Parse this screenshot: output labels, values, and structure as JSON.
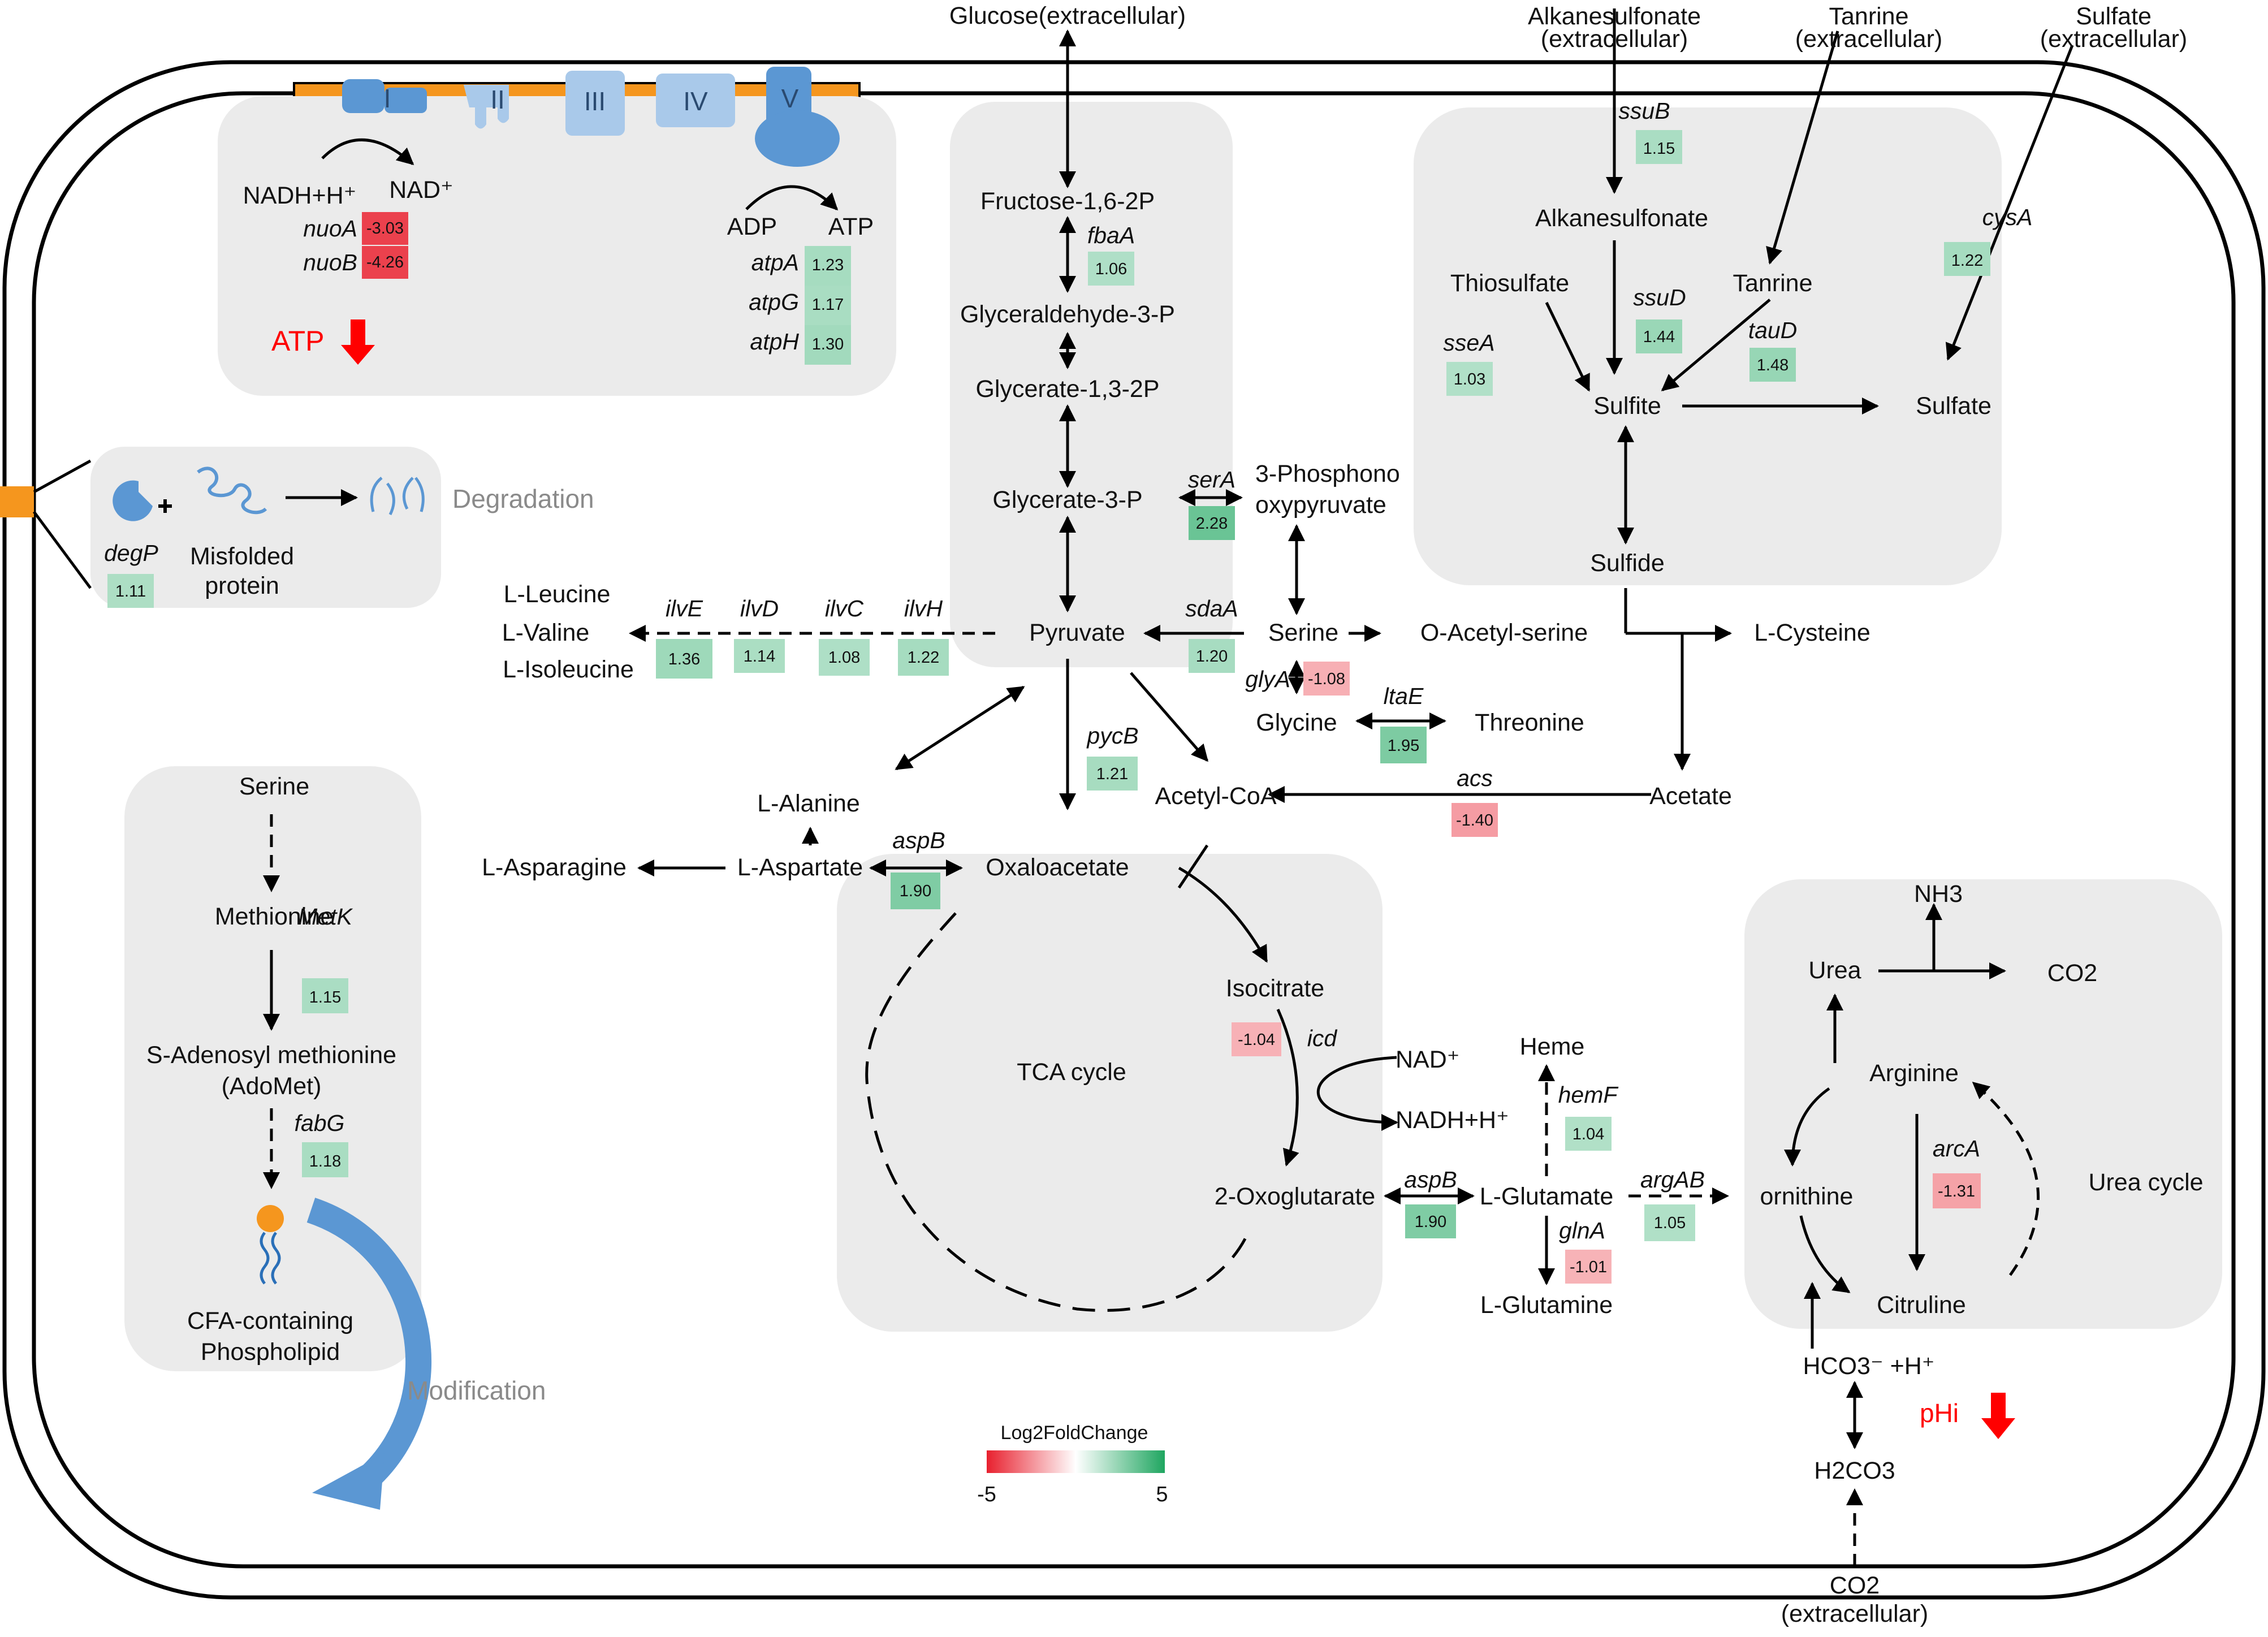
{
  "labels": {
    "glucose_ext": "Glucose(extracellular)",
    "alkanesulfonate_ext_1": "Alkanesulfonate",
    "alkanesulfonate_ext_2": "(extracellular)",
    "tanrine_ext_1": "Tanrine",
    "tanrine_ext_2": "(extracellular)",
    "sulfate_ext_1": "Sulfate",
    "sulfate_ext_2": "(extracellular)",
    "nadh": "NADH+H⁺",
    "nad": "NAD⁺",
    "adp": "ADP",
    "atp": "ATP",
    "atp_red": "ATP",
    "degradation": "Degradation",
    "misfolded_1": "Misfolded",
    "misfolded_2": "protein",
    "fructose": "Fructose-1,6-2P",
    "g3p": "Glyceraldehyde-3-P",
    "g13p": "Glycerate-1,3-2P",
    "glycerate3p": "Glycerate-3-P",
    "phosphono_1": "3-Phosphono",
    "phosphono_2": "oxypyruvate",
    "pyruvate": "Pyruvate",
    "serine": "Serine",
    "oacetylserine": "O-Acetyl-serine",
    "lcysteine": "L-Cysteine",
    "leucine": "L-Leucine",
    "valine": "L-Valine",
    "isoleucine": "L-Isoleucine",
    "glycine": "Glycine",
    "threonine": "Threonine",
    "acetylcoa": "Acetyl-CoA",
    "acetate": "Acetate",
    "alanine": "L-Alanine",
    "asparagine": "L-Asparagine",
    "aspartate": "L-Aspartate",
    "oxaloacetate": "Oxaloacetate",
    "isocitrate": "Isocitrate",
    "tca": "TCA  cycle",
    "oxoglutarate": "2-Oxoglutarate",
    "nad2": "NAD⁺",
    "nadh2": "NADH+H⁺",
    "heme": "Heme",
    "lglutamate": "L-Glutamate",
    "lglutamine": "L-Glutamine",
    "ornithine": "ornithine",
    "urea": "Urea",
    "nh3": "NH3",
    "co2": "CO2",
    "arginine": "Arginine",
    "citruline": "Citruline",
    "urea_cycle": "Urea  cycle",
    "hco3": "HCO3⁻  +H⁺",
    "phi": "pHi",
    "h2co3": "H2CO3",
    "co2_ext_1": "CO2",
    "co2_ext_2": "(extracellular)",
    "alkanesulfonate": "Alkanesulfonate",
    "thiosulfate": "Thiosulfate",
    "tanrine": "Tanrine",
    "sulfite": "Sulfite",
    "sulfate": "Sulfate",
    "sulfide": "Sulfide",
    "serine2": "Serine",
    "methionine": "Methionine",
    "adomet_1": "S-Adenosyl methionine",
    "adomet_2": "(AdoMet)",
    "cfa_1": "CFA-containing",
    "cfa_2": "Phospholipid",
    "modification": "Modification",
    "legend_title": "Log2FoldChange",
    "legend_min": "-5",
    "legend_max": "5"
  },
  "complexes": [
    "I",
    "II",
    "III",
    "IV",
    "V"
  ],
  "genes": [
    {
      "name": "nuoA",
      "value": -3.03,
      "fc": "-3.03"
    },
    {
      "name": "nuoB",
      "value": -4.26,
      "fc": "-4.26"
    },
    {
      "name": "atpA",
      "value": 1.23,
      "fc": "1.23"
    },
    {
      "name": "atpG",
      "value": 1.17,
      "fc": "1.17"
    },
    {
      "name": "atpH",
      "value": 1.3,
      "fc": "1.30"
    },
    {
      "name": "degP",
      "value": 1.11,
      "fc": "1.11"
    },
    {
      "name": "fbaA",
      "value": 1.06,
      "fc": "1.06"
    },
    {
      "name": "serA",
      "value": 2.28,
      "fc": "2.28"
    },
    {
      "name": "sdaA",
      "value": 1.2,
      "fc": "1.20"
    },
    {
      "name": "glyA",
      "value": -1.08,
      "fc": "-1.08"
    },
    {
      "name": "ltaE",
      "value": 1.95,
      "fc": "1.95"
    },
    {
      "name": "ilvE",
      "value": 1.36,
      "fc": "1.36"
    },
    {
      "name": "ilvD",
      "value": 1.14,
      "fc": "1.14"
    },
    {
      "name": "ilvC",
      "value": 1.08,
      "fc": "1.08"
    },
    {
      "name": "ilvH",
      "value": 1.22,
      "fc": "1.22"
    },
    {
      "name": "pycB",
      "value": 1.21,
      "fc": "1.21"
    },
    {
      "name": "acs",
      "value": -1.4,
      "fc": "-1.40"
    },
    {
      "name": "aspB",
      "value": 1.9,
      "fc": "1.90"
    },
    {
      "name": "icd",
      "value": -1.04,
      "fc": "-1.04"
    },
    {
      "name": "aspB",
      "value": 1.9,
      "fc": "1.90"
    },
    {
      "name": "hemF",
      "value": 1.04,
      "fc": "1.04"
    },
    {
      "name": "argAB",
      "value": 1.05,
      "fc": "1.05"
    },
    {
      "name": "glnA",
      "value": -1.01,
      "fc": "-1.01"
    },
    {
      "name": "arcA",
      "value": -1.31,
      "fc": "-1.31"
    },
    {
      "name": "ssuB",
      "value": 1.15,
      "fc": "1.15"
    },
    {
      "name": "cysA",
      "value": 1.22,
      "fc": "1.22"
    },
    {
      "name": "ssuD",
      "value": 1.44,
      "fc": "1.44"
    },
    {
      "name": "sseA",
      "value": 1.03,
      "fc": "1.03"
    },
    {
      "name": "tauD",
      "value": 1.48,
      "fc": "1.48"
    },
    {
      "name": "MetK",
      "value": 1.15,
      "fc": "1.15"
    },
    {
      "name": "fabG",
      "value": 1.18,
      "fc": "1.18"
    }
  ],
  "colors": {
    "up": "#1fa660",
    "down": "#e8202e",
    "membrane_orange": "#f5961e",
    "complex_dark": "#5b97d3",
    "complex_light": "#a9c9ea",
    "panel_grey": "#ebebeb",
    "arrow_blue": "#5b97d3",
    "alert_red": "#ff0000"
  },
  "icons": [
    "down-arrow-icon",
    "protease-icon",
    "misfolded-protein-icon",
    "degraded-protein-icon",
    "phospholipid-icon",
    "modification-arrow-icon"
  ]
}
